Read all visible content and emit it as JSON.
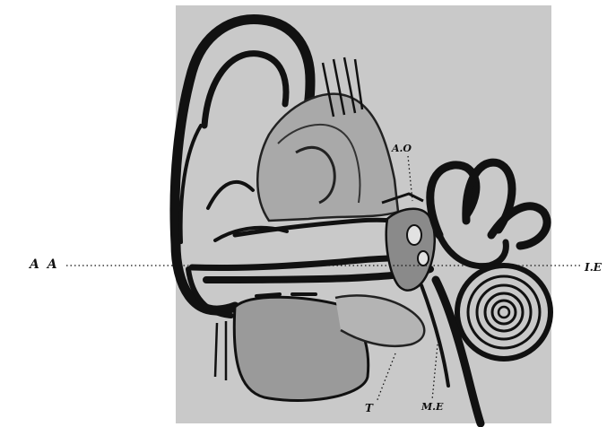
{
  "labels": {
    "aa": "A A",
    "ao": "A.O",
    "ie": "I.E",
    "t": "T",
    "me": "M.E"
  },
  "colors": {
    "plate": "#c9c9c9",
    "ink": "#111111",
    "background": "#ffffff"
  }
}
